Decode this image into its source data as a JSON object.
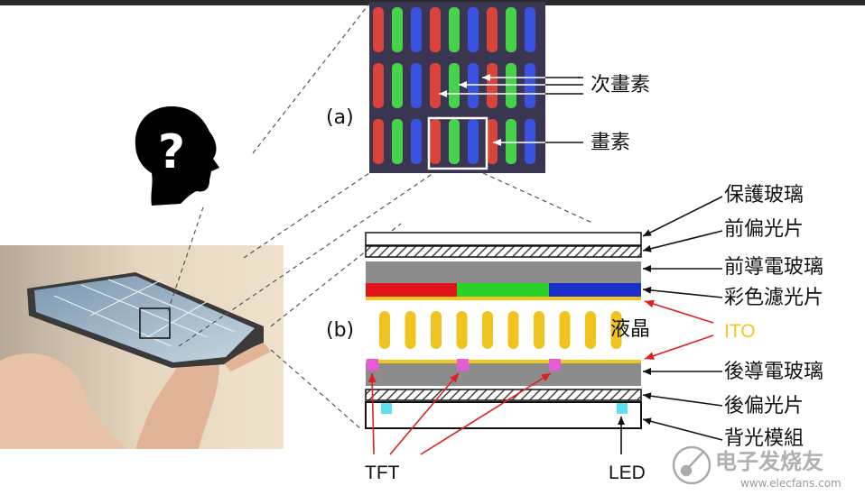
{
  "panel_a_label": "(a)",
  "panel_b_label": "(b)",
  "subpixel_label": "次畫素",
  "pixel_label": "畫素",
  "layers": [
    "保護玻璃",
    "前偏光片",
    "前導電玻璃",
    "彩色濾光片",
    "後導電玻璃",
    "後偏光片",
    "背光模組"
  ],
  "liquid_crystal_label": "液晶",
  "ito_label": "ITO",
  "tft_label": "TFT",
  "led_label": "LED",
  "watermark": {
    "brand": "电子发烧友",
    "url": "www.elecfans.com"
  },
  "icons": [
    "head-question-icon",
    "smartphone-photo",
    "subpixel-macro-photo",
    "lcd-cross-section"
  ],
  "colors": {
    "red_filter": "#e0141a",
    "green_filter": "#28d22a",
    "blue_filter": "#1a2fc8",
    "ito": "#f2c51c",
    "liquid_crystal": "#f0c31e",
    "tft": "#e85bd8",
    "led": "#5fe0f0",
    "glass_gray": "#8c8c8c",
    "arrow_red": "#e02020"
  }
}
